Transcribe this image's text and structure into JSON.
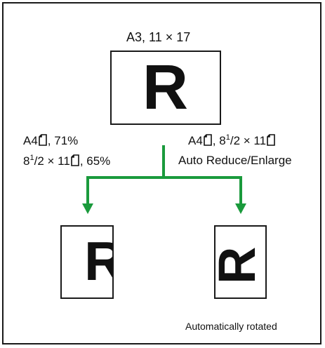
{
  "original": {
    "size_label": "A3, 11 × 17",
    "letter": "R"
  },
  "left_branch": {
    "line1_paper": "A4",
    "line1_value": ", 71%",
    "line2_whole": "8",
    "line2_num": "1",
    "line2_den": "2",
    "line2_tail": " × 11",
    "line2_value": ", 65%",
    "copy_letter": "R"
  },
  "right_branch": {
    "line1_paper": "A4",
    "line1_sep": ", ",
    "line1_whole": "8",
    "line1_num": "1",
    "line1_den": "2",
    "line1_tail": " × 11",
    "line2": "Auto Reduce/Enlarge",
    "copy_letter": "R",
    "caption": "Automatically rotated"
  },
  "icons": {
    "paper": "portrait-paper-icon"
  },
  "colors": {
    "arrow": "#1a9a3c",
    "ink": "#111111"
  }
}
